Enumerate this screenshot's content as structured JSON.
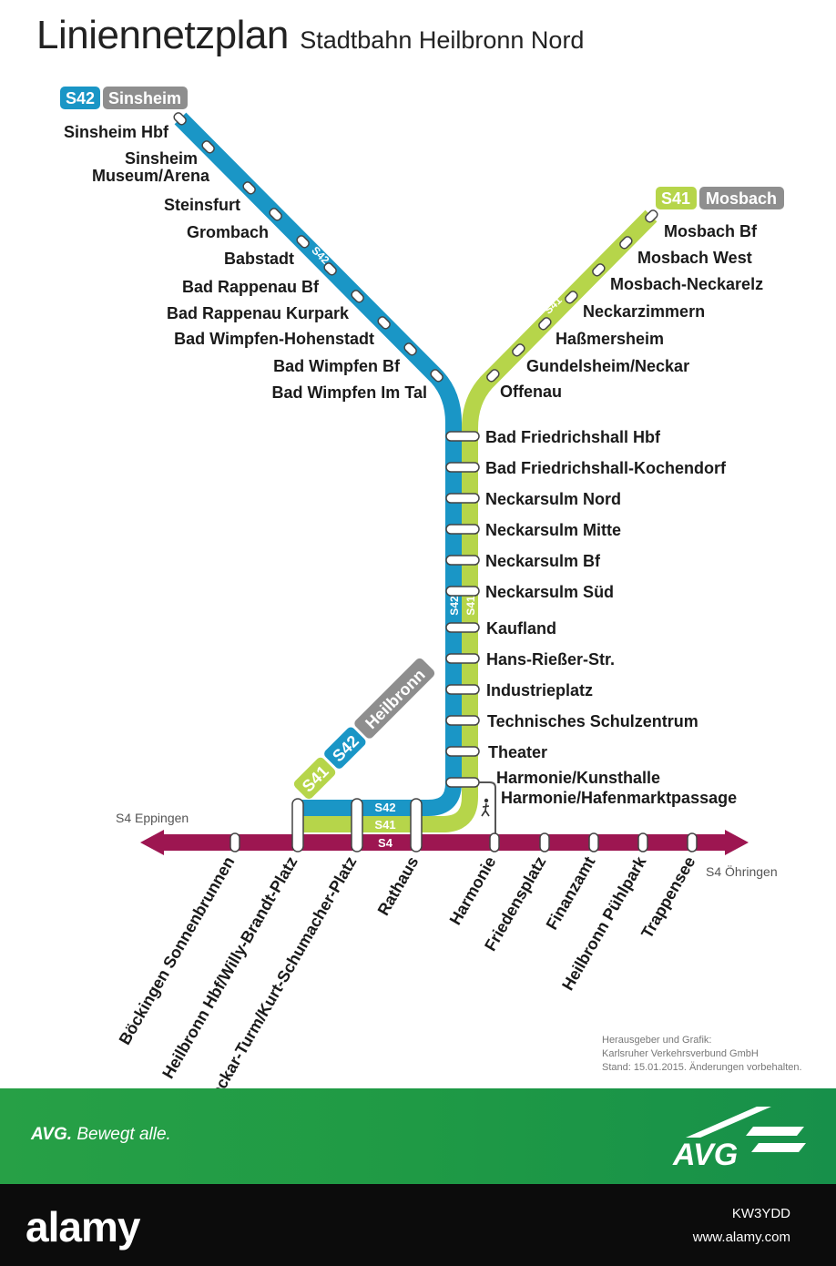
{
  "header": {
    "title": "Liniennetzplan",
    "subtitle": "Stadtbahn Heilbronn Nord"
  },
  "colors": {
    "s42": "#1a96c6",
    "s41": "#b6d54a",
    "s4": "#9d1651",
    "grey_badge": "#8e8e8e",
    "footer_green": "#23a047"
  },
  "badges": {
    "s42_line": "S42",
    "s42_dest": "Sinsheim",
    "s41_line": "S41",
    "s41_dest": "Mosbach",
    "hb_s41": "S41",
    "hb_s42": "S42",
    "hb_dest": "Heilbronn"
  },
  "track_labels": {
    "s42": "S42",
    "s41": "S41",
    "s4": "S4"
  },
  "s4_ends": {
    "west": "S4 Eppingen",
    "east": "S4 Öhringen"
  },
  "stations": {
    "s42_branch": [
      "Sinsheim Hbf",
      "Sinsheim",
      "Museum/Arena",
      "Steinsfurt",
      "Grombach",
      "Babstadt",
      "Bad Rappenau Bf",
      "Bad Rappenau Kurpark",
      "Bad Wimpfen-Hohenstadt",
      "Bad Wimpfen Bf",
      "Bad Wimpfen Im Tal"
    ],
    "s41_branch": [
      "Mosbach Bf",
      "Mosbach West",
      "Mosbach-Neckarelz",
      "Neckarzimmern",
      "Haßmersheim",
      "Gundelsheim/Neckar",
      "Offenau"
    ],
    "trunk": [
      "Bad Friedrichshall Hbf",
      "Bad Friedrichshall-Kochendorf",
      "Neckarsulm Nord",
      "Neckarsulm Mitte",
      "Neckarsulm Bf",
      "Neckarsulm Süd",
      "Kaufland",
      "Hans-Rießer-Str.",
      "Industrieplatz",
      "Technisches Schulzentrum",
      "Theater",
      "Harmonie/Kunsthalle",
      "Harmonie/Hafenmarktpassage"
    ],
    "s4": [
      "Böckingen Sonnenbrunnen",
      "Heilbronn Hbf/Willy-Brandt-Platz",
      "Neckar-Turm/Kurt-Schumacher-Platz",
      "Rathaus",
      "Harmonie",
      "Friedensplatz",
      "Finanzamt",
      "Heilbronn Pühlpark",
      "Trappensee"
    ]
  },
  "credits": {
    "line1": "Herausgeber und Grafik:",
    "line2": "Karlsruher Verkehrsverbund GmbH",
    "line3": "Stand: 15.01.2015. Änderungen vorbehalten."
  },
  "footer": {
    "brand": "AVG.",
    "slogan": "Bewegt alle.",
    "logo_text": "AVG"
  },
  "stock": {
    "watermark": "alamy",
    "image_id": "KW3YDD",
    "url": "www.alamy.com"
  }
}
